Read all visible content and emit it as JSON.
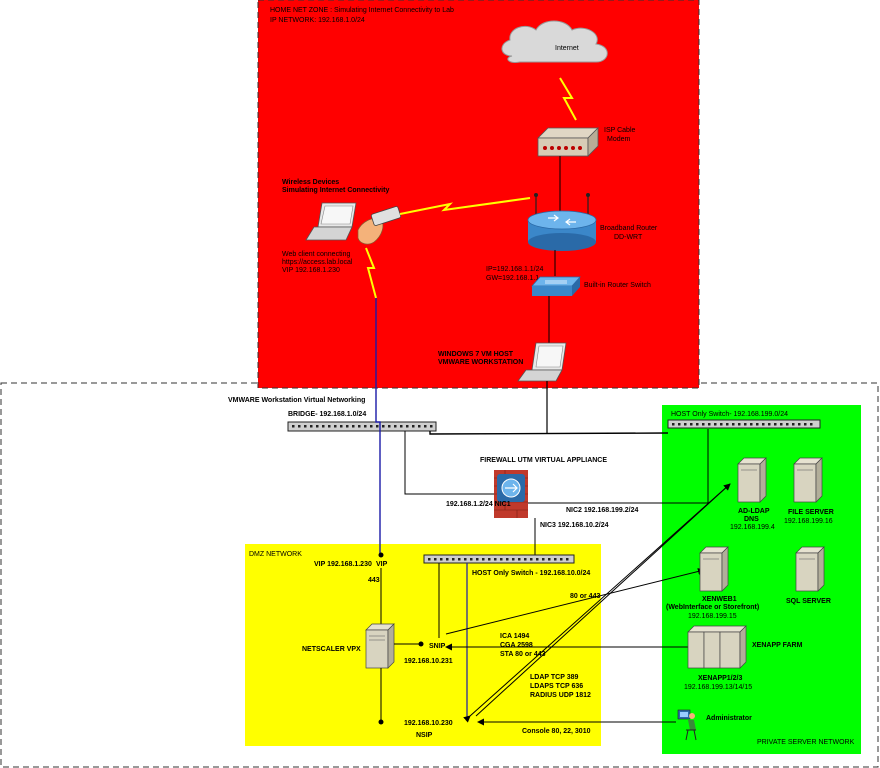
{
  "zones": {
    "home_title": "HOME NET ZONE : Simulating Internet Connectivity to Lab",
    "home_network": "IP NETWORK: 192.168.1.0/24",
    "vmware_title": "VMWARE Workstation Virtual Networking",
    "dmz_title": "DMZ NETWORK",
    "private_title": "PRIVATE SERVER NETWORK"
  },
  "home": {
    "internet": "Internet",
    "isp_line1": "ISP Cable",
    "isp_line2": "Modem",
    "router_line1": "Broadband Router",
    "router_line2": "DD-WRT",
    "router_ip": "IP=192.168.1.1/24",
    "router_gw": "GW=192.168.1.1",
    "builtin_switch": "Built-in Router Switch",
    "wireless_line1": "Wireless Devices",
    "wireless_line2": "Simulating Internet Connectivity",
    "webclient_line1": "Web client connecting",
    "webclient_line2": "https://access.lab.local",
    "webclient_line3": "VIP 192.168.1.230",
    "host_line1": "WINDOWS 7 VM HOST",
    "host_line2": "VMWARE WORKSTATION"
  },
  "vmware": {
    "bridge": "BRIDGE- 192.168.1.0/24",
    "host_only_private": "HOST Only Switch- 192.168.199.0/24",
    "firewall": "FIREWALL UTM VIRTUAL APPLIANCE",
    "nic1": "192.168.1.2/24  NIC1",
    "nic2": "NIC2 192.168.199.2/24",
    "nic3": "NIC3  192.168.10.2/24"
  },
  "dmz": {
    "vip": "VIP 192.168.1.230",
    "vip_short": "VIP",
    "port_443": "443",
    "host_only_dmz": "HOST Only Switch - 192.168.10.0/24",
    "netscaler": "NETSCALER VPX",
    "snip": "SNIP",
    "snip_ip": "192.168.10.231",
    "nsip_ip": "192.168.10.230",
    "nsip": "NSIP",
    "port_80_443": "80 or 443",
    "ica": "ICA 1494",
    "cga": "CGA 2598",
    "sta": "STA 80 or 443",
    "ldap": "LDAP TCP 389",
    "ldaps": "LDAPS TCP 636",
    "radius": "RADIUS UDP 1812",
    "console": "Console 80, 22, 3010"
  },
  "private": {
    "adldap_line1": "AD-LDAP",
    "adldap_line2": "DNS",
    "adldap_ip": "192.168.199.4",
    "file_line1": "FILE SERVER",
    "file_ip": "192.168.199.16",
    "xenweb_line1": "XENWEB1",
    "xenweb_line2": "(WebInterface or Storefront)",
    "xenweb_ip": "192.168.199.15",
    "sql": "SQL SERVER",
    "xenapp_farm": "XENAPP FARM",
    "xenapp_line1": "XENAPP1/2/3",
    "xenapp_ip": "192.168.199.13/14/15",
    "admin": "Administrator"
  },
  "colors": {
    "home_zone": "#ff0000",
    "dmz_zone": "#ffff00",
    "private_zone": "#00ff00",
    "lightning": "#ffff00",
    "vip_link": "#1a1aa8",
    "firewall": "#c0392b"
  },
  "icons": [
    "cloud-icon",
    "modem-icon",
    "router-icon",
    "switch-icon",
    "laptop-icon",
    "pda-icon",
    "firewall-icon",
    "server-icon",
    "admin-icon"
  ]
}
